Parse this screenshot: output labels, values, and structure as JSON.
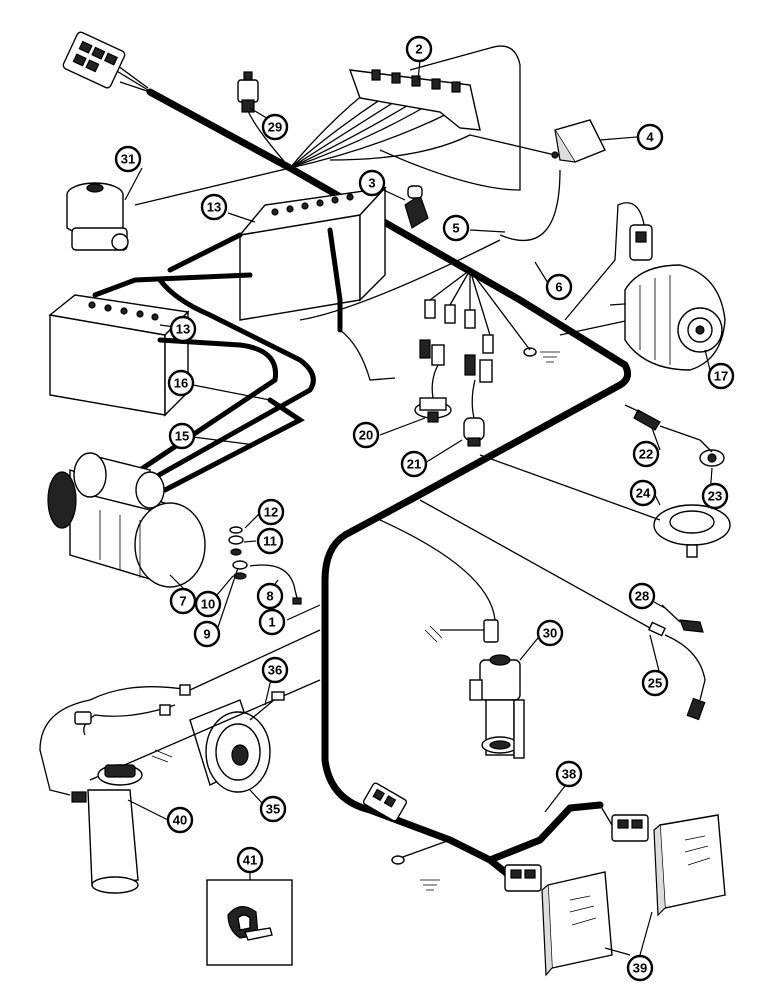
{
  "diagram": {
    "callouts": [
      {
        "id": "c1",
        "label": "1"
      },
      {
        "id": "c2",
        "label": "2"
      },
      {
        "id": "c3",
        "label": "3"
      },
      {
        "id": "c4",
        "label": "4"
      },
      {
        "id": "c5",
        "label": "5"
      },
      {
        "id": "c6",
        "label": "6"
      },
      {
        "id": "c7",
        "label": "7"
      },
      {
        "id": "c8",
        "label": "8"
      },
      {
        "id": "c9",
        "label": "9"
      },
      {
        "id": "c10",
        "label": "10"
      },
      {
        "id": "c11",
        "label": "11"
      },
      {
        "id": "c12",
        "label": "12"
      },
      {
        "id": "c13a",
        "label": "13"
      },
      {
        "id": "c13b",
        "label": "13"
      },
      {
        "id": "c15",
        "label": "15"
      },
      {
        "id": "c16",
        "label": "16"
      },
      {
        "id": "c17",
        "label": "17"
      },
      {
        "id": "c20",
        "label": "20"
      },
      {
        "id": "c21",
        "label": "21"
      },
      {
        "id": "c22",
        "label": "22"
      },
      {
        "id": "c23",
        "label": "23"
      },
      {
        "id": "c24",
        "label": "24"
      },
      {
        "id": "c25",
        "label": "25"
      },
      {
        "id": "c28",
        "label": "28"
      },
      {
        "id": "c29",
        "label": "29"
      },
      {
        "id": "c30",
        "label": "30"
      },
      {
        "id": "c31",
        "label": "31"
      },
      {
        "id": "c35",
        "label": "35"
      },
      {
        "id": "c36",
        "label": "36"
      },
      {
        "id": "c38",
        "label": "38"
      },
      {
        "id": "c39",
        "label": "39"
      },
      {
        "id": "c40",
        "label": "40"
      },
      {
        "id": "c41",
        "label": "41"
      }
    ]
  }
}
